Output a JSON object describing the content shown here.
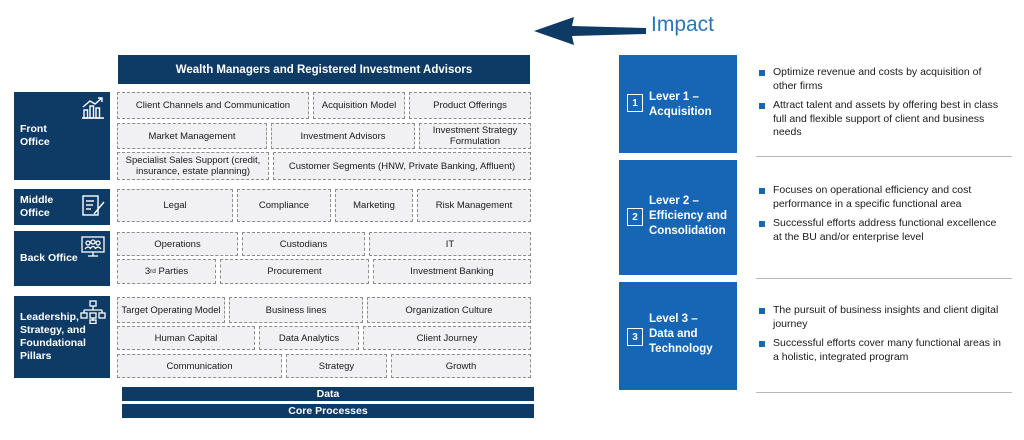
{
  "header": {
    "title": "Wealth Managers and Registered Investment Advisors"
  },
  "sections": {
    "front": {
      "label": "Front\nOffice"
    },
    "middle": {
      "label": "Middle\nOffice"
    },
    "back": {
      "label": "Back Office"
    },
    "leadership": {
      "label": "Leadership,\nStrategy, and\nFoundational\nPillars"
    }
  },
  "cells": {
    "client_channels": "Client Channels and Communication",
    "acquisition_model": "Acquisition Model",
    "product_offerings": "Product Offerings",
    "market_management": "Market Management",
    "investment_advisors": "Investment Advisors",
    "investment_strategy": "Investment Strategy Formulation",
    "specialist_sales": "Specialist Sales Support (credit, insurance, estate planning)",
    "customer_segments": "Customer Segments (HNW, Private Banking, Affluent)",
    "legal": "Legal",
    "compliance": "Compliance",
    "marketing": "Marketing",
    "risk_management": "Risk Management",
    "operations": "Operations",
    "custodians": "Custodians",
    "it": "IT",
    "third_parties_num": "3",
    "third_parties_sup": "rd",
    "third_parties_rest": " Parties",
    "procurement": "Procurement",
    "investment_banking": "Investment Banking",
    "target_operating_model": "Target Operating Model",
    "business_lines": "Business lines",
    "organization_culture": "Organization Culture",
    "human_capital": "Human Capital",
    "data_analytics": "Data Analytics",
    "client_journey": "Client Journey",
    "communication": "Communication",
    "strategy": "Strategy",
    "growth": "Growth"
  },
  "footer": {
    "data": "Data",
    "core_processes": "Core Processes"
  },
  "impact": {
    "title": "Impact"
  },
  "levers": [
    {
      "number": "1",
      "title": "Lever 1 –\nAcquisition",
      "bullets": [
        "Optimize revenue and costs by  acquisition of other firms",
        "Attract talent and assets by offering best in class full and  flexible support of client and business needs"
      ]
    },
    {
      "number": "2",
      "title": "Lever 2 –\nEfficiency and\nConsolidation",
      "bullets": [
        "Focuses on operational efficiency and cost performance in a specific functional area",
        "Successful efforts address functional excellence at the BU and/or enterprise level"
      ]
    },
    {
      "number": "3",
      "title": "Level 3 –\nData and\nTechnology",
      "bullets": [
        "The pursuit of business insights and client digital journey",
        "Successful efforts cover many functional areas in a holistic, integrated program"
      ]
    }
  ],
  "colors": {
    "navy": "#0e3a66",
    "lever_blue": "#1766b5",
    "impact_text": "#2a75b8",
    "cell_bg": "#f1f1f3"
  },
  "icons": [
    "bar-chart-icon",
    "document-pen-icon",
    "team-monitor-icon",
    "org-chart-icon",
    "arrow-left-icon",
    "square-bullet-icon"
  ]
}
